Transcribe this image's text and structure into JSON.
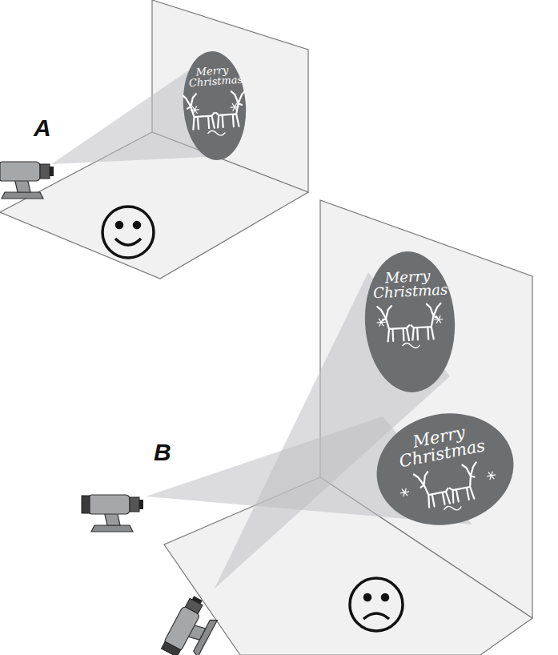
{
  "diagram": {
    "nodes": [
      {
        "text": [
          "Merry Christmas"
        ]
      },
      {
        "text": [
          "Merry Christmas"
        ]
      },
      {
        "text": [
          "Merry Christmas"
        ]
      }
    ],
    "labels": [
      "A",
      "B"
    ]
  }
}
